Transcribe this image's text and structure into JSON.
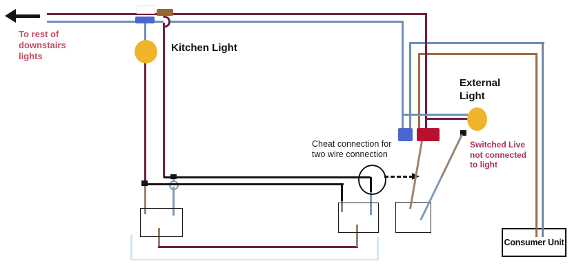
{
  "labels": {
    "to_rest_of_lights": "To rest of downstairs lights",
    "kitchen_light": "Kitchen Light",
    "external_light": "External Light",
    "cheat_connection": "Cheat connection for two wire connection",
    "switched_live": "Switched Live not connected to light",
    "consumer_unit": "Consumer Unit"
  },
  "colors": {
    "maroon": "#6e2040",
    "steel-blue": "#6d8fbc",
    "cu-blue": "#72869b",
    "brown": "#9d6b42",
    "gray-brown": "#9b8570",
    "light-steel": "#7e9cb8",
    "crimson-block": "#b8112f",
    "blue-block": "#4a67cf",
    "brown-block": "#9c6633",
    "bulb-yellow": "#f0b42c",
    "red-text": "#c44f63",
    "crimson-text": "#a8325a",
    "faint-blue": "#cfe6f6",
    "line-black": "#151515"
  }
}
